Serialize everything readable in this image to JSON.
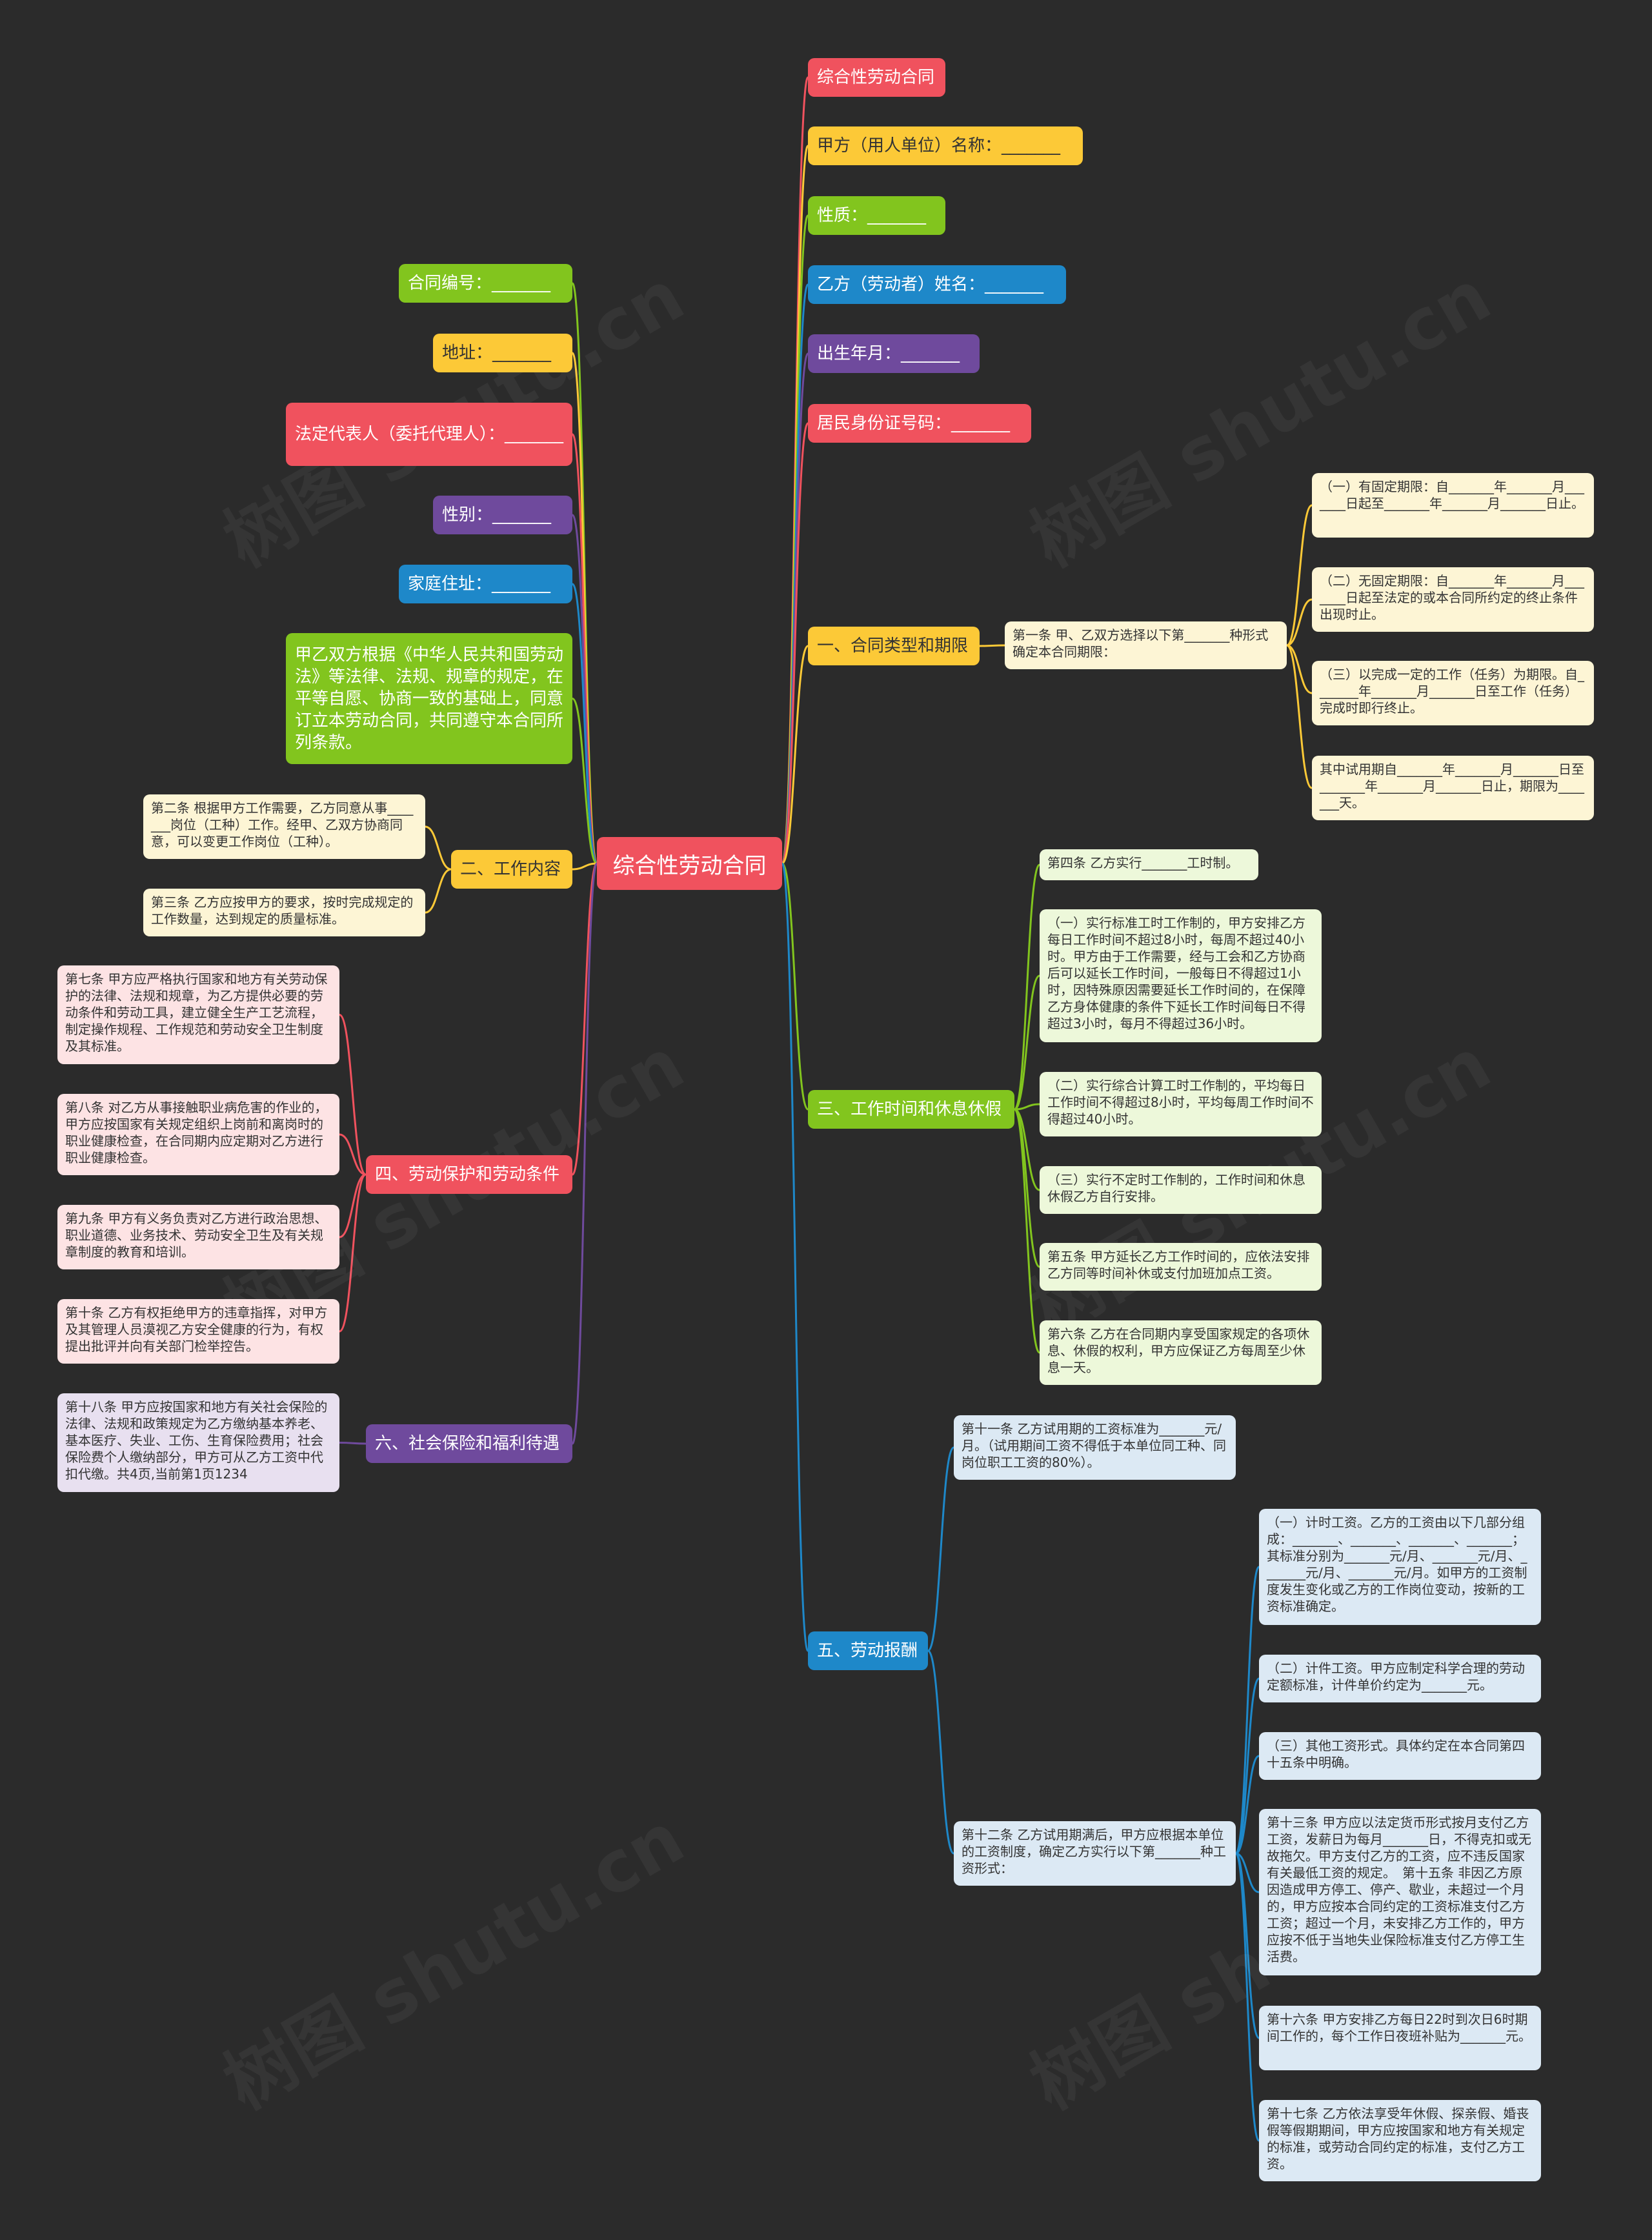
{
  "root": {
    "label": "综合性劳动合同"
  },
  "watermark": "树图 shutu.cn",
  "colors": {
    "red": "#f0525e",
    "yellow": "#fcc937",
    "green": "#82c51e",
    "blue": "#1e88c9",
    "purple": "#6f4a9d",
    "pale_yellow": "#fdf5d5",
    "pale_green": "#edf8da",
    "pale_blue": "#dce9f4",
    "pale_pink": "#fde3e4",
    "pale_purple": "#e8e0f0"
  },
  "right": {
    "title_node": "综合性劳动合同",
    "party_a_name": "甲方（用人单位）名称：_______",
    "nature": "性质：_______",
    "party_b_name": "乙方（劳动者）姓名：_______",
    "birth": "出生年月：_______",
    "id_number": "居民身份证号码：_______",
    "section1": {
      "label": "一、合同类型和期限",
      "article1": "第一条 甲、乙双方选择以下第_______种形式确定本合同期限：",
      "items": [
        "（一）有固定期限：自_______年_______月_______日起至_______年_______月_______日止。",
        "（二）无固定期限：自_______年_______月_______日起至法定的或本合同所约定的终止条件出现时止。",
        "（三）以完成一定的工作（任务）为期限。自_______年_______月_______日至工作（任务）完成时即行终止。",
        "其中试用期自_______年_______月_______日至_______年_______月_______日止，期限为_______天。"
      ]
    },
    "section3": {
      "label": "三、工作时间和休息休假",
      "items": [
        "第四条 乙方实行_______工时制。",
        "（一）实行标准工时工作制的，甲方安排乙方每日工作时间不超过8小时，每周不超过40小时。甲方由于工作需要，经与工会和乙方协商后可以延长工作时间，一般每日不得超过1小时，因特殊原因需要延长工作时间的，在保障乙方身体健康的条件下延长工作时间每日不得超过3小时，每月不得超过36小时。",
        "（二）实行综合计算工时工作制的，平均每日工作时间不得超过8小时，平均每周工作时间不得超过40小时。",
        "（三）实行不定时工作制的，工作时间和休息休假乙方自行安排。",
        "第五条 甲方延长乙方工作时间的，应依法安排乙方同等时间补休或支付加班加点工资。",
        "第六条 乙方在合同期内享受国家规定的各项休息、休假的权利，甲方应保证乙方每周至少休息一天。"
      ]
    },
    "section5": {
      "label": "五、劳动报酬",
      "article11": "第十一条 乙方试用期的工资标准为_______元/月。（试用期间工资不得低于本单位同工种、同岗位职工工资的80%）。",
      "article12": "第十二条 乙方试用期满后，甲方应根据本单位的工资制度，确定乙方实行以下第_______种工资形式：",
      "items": [
        "（一）计时工资。乙方的工资由以下几部分组成：_______、_______、_______、_______；其标准分别为_______元/月、_______元/月、_______元/月、_______元/月。如甲方的工资制度发生变化或乙方的工作岗位变动，按新的工资标准确定。",
        "（二）计件工资。甲方应制定科学合理的劳动定额标准，计件单价约定为_______元。",
        "（三）其他工资形式。具体约定在本合同第四十五条中明确。",
        "第十三条 甲方应以法定货币形式按月支付乙方工资，发薪日为每月_______日，不得克扣或无故拖欠。甲方支付乙方的工资，应不违反国家有关最低工资的规定。　第十五条 非因乙方原因造成甲方停工、停产、歇业，未超过一个月的，甲方应按本合同约定的工资标准支付乙方工资；超过一个月，未安排乙方工作的，甲方应按不低于当地失业保险标准支付乙方停工生活费。",
        "第十六条 甲方安排乙方每日22时到次日6时期间工作的，每个工作日夜班补贴为_______元。",
        "第十七条 乙方依法享受年休假、探亲假、婚丧假等假期期间，甲方应按国家和地方有关规定的标准，或劳动合同约定的标准，支付乙方工资。"
      ]
    }
  },
  "left": {
    "contract_no": "合同编号：_______",
    "address": "地址：_______",
    "legal_rep": "法定代表人（委托代理人）：_______",
    "gender": "性别：_______",
    "home_address": "家庭住址：_______",
    "preamble": "甲乙双方根据《中华人民共和国劳动法》等法律、法规、规章的规定，在平等自愿、协商一致的基础上，同意订立本劳动合同，共同遵守本合同所列条款。",
    "section2": {
      "label": "二、工作内容",
      "items": [
        "第二条 根据甲方工作需要，乙方同意从事_______岗位（工种）工作。经甲、乙双方协商同意，可以变更工作岗位（工种）。",
        "第三条 乙方应按甲方的要求，按时完成规定的工作数量，达到规定的质量标准。"
      ]
    },
    "section4": {
      "label": "四、劳动保护和劳动条件",
      "items": [
        "第七条 甲方应严格执行国家和地方有关劳动保护的法律、法规和规章，为乙方提供必要的劳动条件和劳动工具，建立健全生产工艺流程，制定操作规程、工作规范和劳动安全卫生制度及其标准。",
        "第八条 对乙方从事接触职业病危害的作业的，甲方应按国家有关规定组织上岗前和离岗时的职业健康检查，在合同期内应定期对乙方进行职业健康检查。",
        "第九条 甲方有义务负责对乙方进行政治思想、职业道德、业务技术、劳动安全卫生及有关规章制度的教育和培训。",
        "第十条 乙方有权拒绝甲方的违章指挥，对甲方及其管理人员漠视乙方安全健康的行为，有权提出批评并向有关部门检举控告。"
      ]
    },
    "section6": {
      "label": "六、社会保险和福利待遇",
      "items": [
        "第十八条 甲方应按国家和地方有关社会保险的法律、法规和政策规定为乙方缴纳基本养老、基本医疗、失业、工伤、生育保险费用；社会保险费个人缴纳部分，甲方可从乙方工资中代扣代缴。共4页,当前第1页1234"
      ]
    }
  }
}
